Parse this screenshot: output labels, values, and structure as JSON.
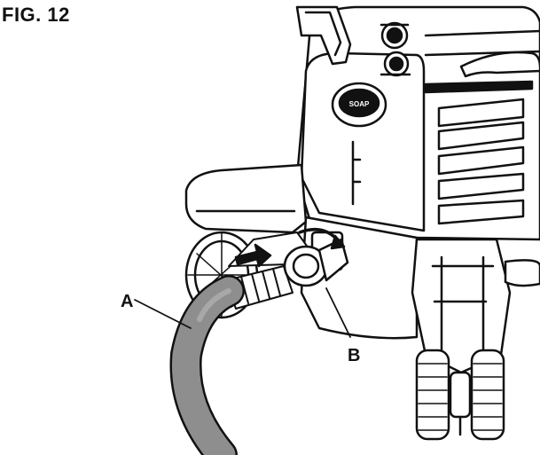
{
  "figure": {
    "title": "FIG. 12"
  },
  "callouts": [
    {
      "letter": "A",
      "target": "garden hose"
    },
    {
      "letter": "B",
      "target": "water inlet fitting"
    }
  ],
  "embossed": {
    "soap_cap": "SOAP"
  },
  "colors": {
    "line": "#111111",
    "fill": "#ffffff",
    "hose": "#8e8e8e",
    "shade": "#2a2a2a"
  }
}
